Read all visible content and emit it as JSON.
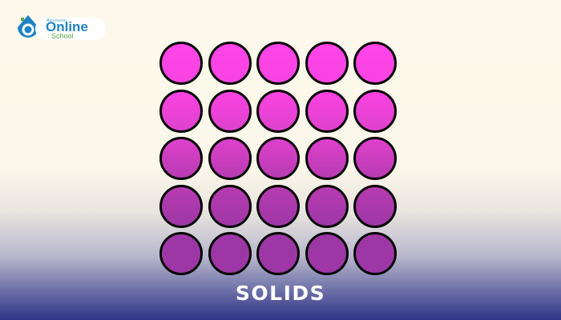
{
  "logo": {
    "small_text": "Manchester",
    "word1": "Online",
    "word2": "School",
    "colors": {
      "blue": "#1e83c5",
      "green": "#57a844"
    },
    "icon": "school-drop-icon"
  },
  "grid": {
    "rows": 5,
    "columns": 5,
    "shape": "circle",
    "colors": [
      "#ff45e8",
      "#f943e2",
      "#df41cd",
      "#b73bb1",
      "#9e37a6"
    ],
    "outline_color": "#000000"
  },
  "title": "SOLIDS"
}
